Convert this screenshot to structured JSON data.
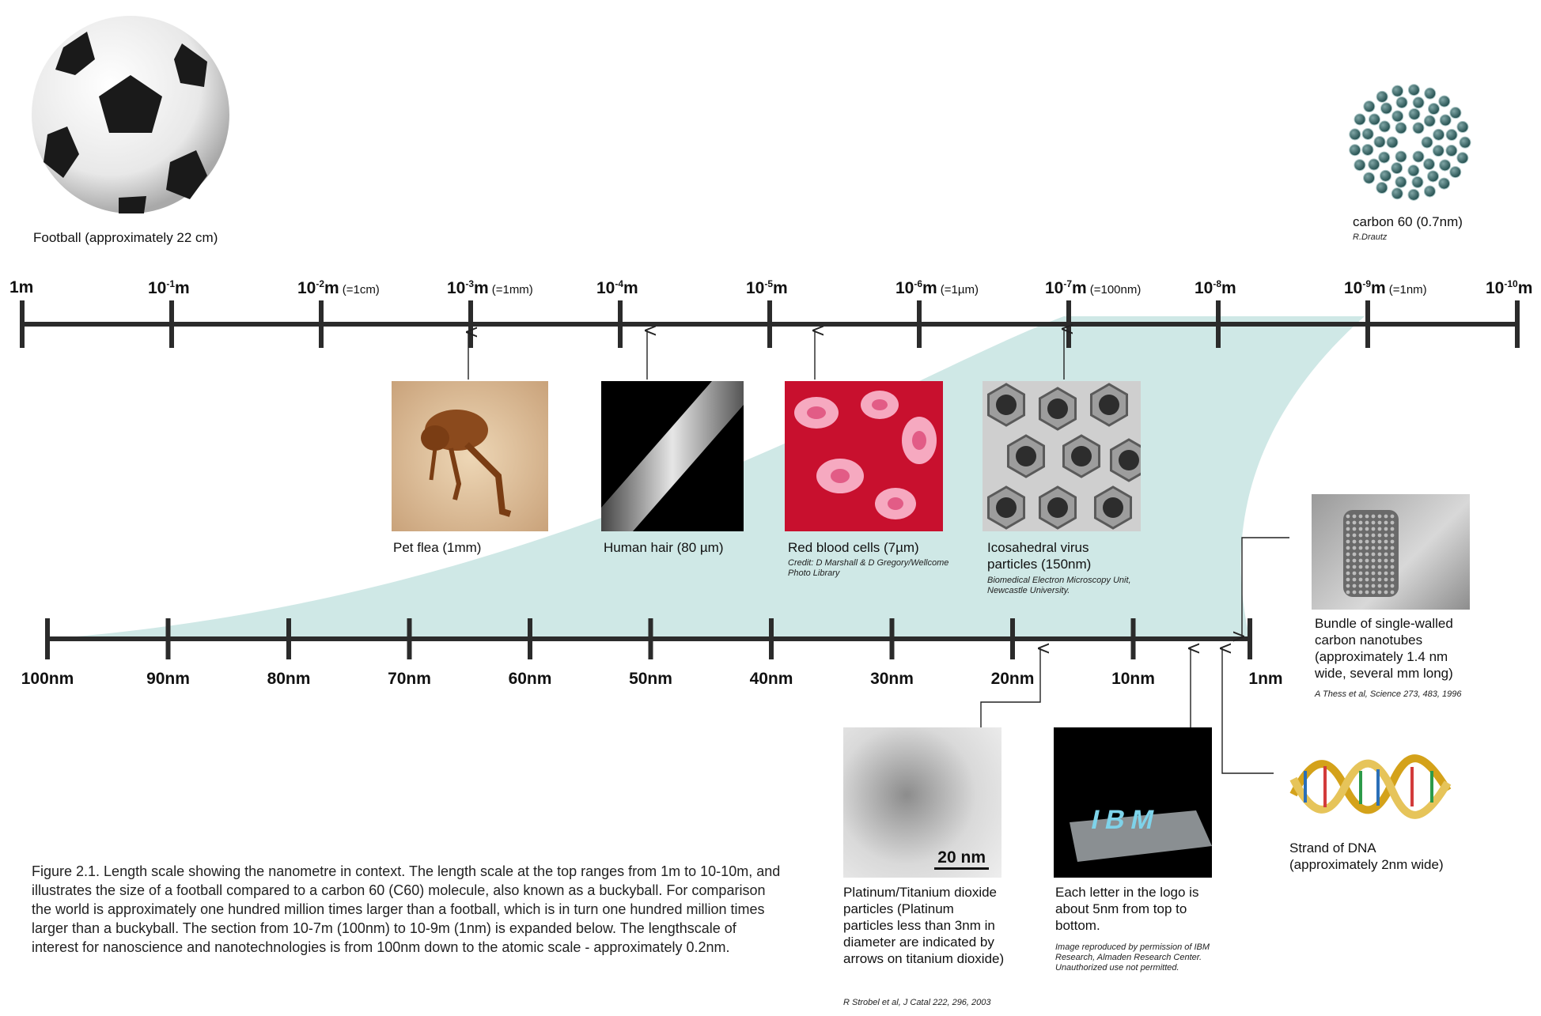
{
  "top_scale": {
    "ticks": [
      {
        "base": "1m",
        "exp": "",
        "note": ""
      },
      {
        "base": "10",
        "exp": "-1",
        "unit": "m",
        "note": ""
      },
      {
        "base": "10",
        "exp": "-2",
        "unit": "m",
        "note": "(=1cm)"
      },
      {
        "base": "10",
        "exp": "-3",
        "unit": "m",
        "note": "(=1mm)"
      },
      {
        "base": "10",
        "exp": "-4",
        "unit": "m",
        "note": ""
      },
      {
        "base": "10",
        "exp": "-5",
        "unit": "m",
        "note": ""
      },
      {
        "base": "10",
        "exp": "-6",
        "unit": "m",
        "note": "(=1µm)"
      },
      {
        "base": "10",
        "exp": "-7",
        "unit": "m",
        "note": "(=100nm)"
      },
      {
        "base": "10",
        "exp": "-8",
        "unit": "m",
        "note": ""
      },
      {
        "base": "10",
        "exp": "-9",
        "unit": "m",
        "note": "(=1nm)"
      },
      {
        "base": "10",
        "exp": "-10",
        "unit": "m",
        "note": ""
      }
    ]
  },
  "bottom_scale": {
    "labels": [
      "100nm",
      "90nm",
      "80nm",
      "70nm",
      "60nm",
      "50nm",
      "40nm",
      "30nm",
      "20nm",
      "10nm",
      "1nm"
    ]
  },
  "items": {
    "football": {
      "caption": "Football (approximately 22 cm)"
    },
    "c60": {
      "caption": "carbon 60 (0.7nm)",
      "credit": "R.Drautz"
    },
    "flea": {
      "caption": "Pet flea (1mm)"
    },
    "hair": {
      "caption": "Human hair (80 µm)"
    },
    "rbc": {
      "caption": "Red blood cells (7µm)",
      "credit": "Credit: D Marshall & D Gregory/Wellcome Photo Library"
    },
    "virus": {
      "caption": "Icosahedral virus particles (150nm)",
      "credit": "Biomedical Electron Microscopy Unit, Newcastle University."
    },
    "nanotube": {
      "caption": "Bundle of single-walled carbon nanotubes (approximately 1.4 nm wide, several mm long)",
      "credit": "A Thess et al, Science 273, 483, 1996"
    },
    "platinum": {
      "caption": "Platinum/Titanium dioxide particles (Platinum particles less than 3nm in diameter are indicated by arrows on titanium dioxide)",
      "credit": "R Strobel et al, J Catal 222, 296, 2003",
      "scale_bar": "20 nm"
    },
    "ibm": {
      "caption": "Each letter in the logo is about 5nm from top to bottom.",
      "credit": "Image reproduced by permission of IBM Research, Almaden Research Center. Unauthorized use not permitted.",
      "logo_text": "IBM"
    },
    "dna": {
      "caption": "Strand of DNA (approximately 2nm wide)"
    }
  },
  "figure_caption": "Figure 2.1. Length scale showing the nanometre in context. The length scale at the top ranges from 1m to 10-10m, and illustrates the size of a football compared to a carbon 60 (C60) molecule, also known as a buckyball. For comparison the world is approximately one hundred million times larger than a football, which is in turn one hundred million times larger than a buckyball. The section from 10-7m (100nm) to 10-9m (1nm) is expanded below. The lengthscale of interest for nanoscience and nanotechnologies is from 100nm down to the atomic scale - approximately 0.2nm.",
  "colors": {
    "axis": "#2b2b2b",
    "band": "#cfe8e6",
    "leader": "#222222"
  }
}
